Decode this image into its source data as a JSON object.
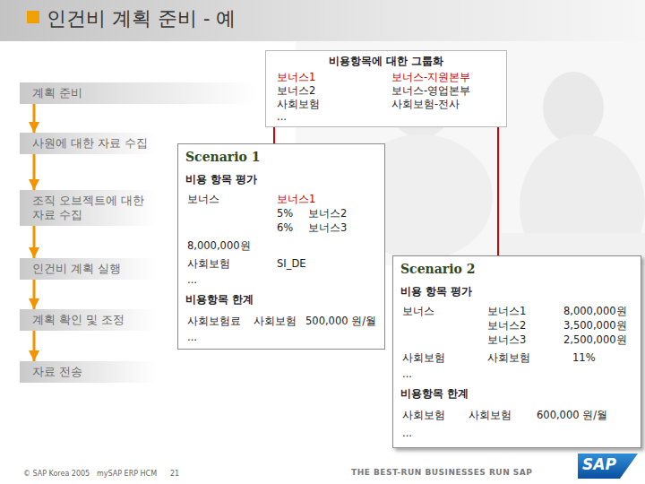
{
  "diagram": {
    "title": "인건비 계획 준비 - 예",
    "nodes": [
      {
        "text": [
          "계획 준비"
        ]
      },
      {
        "text": [
          "사원에 대한 자료 수집"
        ]
      },
      {
        "text": [
          "조직 오브젝트에 대한 자료 수집"
        ]
      },
      {
        "text": [
          "인건비 계획 실행"
        ]
      },
      {
        "text": [
          "계획 확인 및 조정"
        ]
      },
      {
        "text": [
          "자료 전송"
        ]
      },
      {
        "text": [
          "비용항목에 대한 그룹화",
          "보너스1",
          "보너스2",
          "사회보험",
          "...",
          "보너스-지원본부",
          "보너스-영업본부",
          "사회보험-전사"
        ]
      },
      {
        "text": [
          "Scenario 1",
          "비용 항목 평가",
          "보너스",
          "보너스1",
          "5%",
          "보너스2",
          "6%",
          "보너스3",
          "8,000,000원",
          "사회보험",
          "SI_DE",
          "...",
          "비용항목 한계",
          "사회보험료",
          "사회보험",
          "500,000 원/월",
          "..."
        ]
      },
      {
        "text": [
          "Scenario 2",
          "비용 항목 평가",
          "보너스",
          "보너스1",
          "보너스2",
          "보너스3",
          "8,000,000원",
          "3,500,000원",
          "2,500,000원",
          "사회보험",
          "사회보험",
          "11%",
          "...",
          "비용항목 한계",
          "사회보험",
          "사회보험",
          "600,000 원/월",
          "..."
        ]
      }
    ],
    "edges": [
      {
        "from": 0,
        "to": 1,
        "arrow": "to"
      },
      {
        "from": 1,
        "to": 2,
        "arrow": "to"
      },
      {
        "from": 2,
        "to": 3,
        "arrow": "to"
      },
      {
        "from": 3,
        "to": 4,
        "arrow": "to"
      },
      {
        "from": 4,
        "to": 5,
        "arrow": "to"
      },
      {
        "from": 6,
        "to": 7,
        "arrow": "none"
      },
      {
        "from": 6,
        "to": 8,
        "arrow": "none"
      }
    ],
    "labels": [
      "© SAP Korea 2005",
      "mySAP ERP HCM",
      "21",
      "THE BEST-RUN BUSINESSES RUN SAP",
      "SAP"
    ]
  }
}
